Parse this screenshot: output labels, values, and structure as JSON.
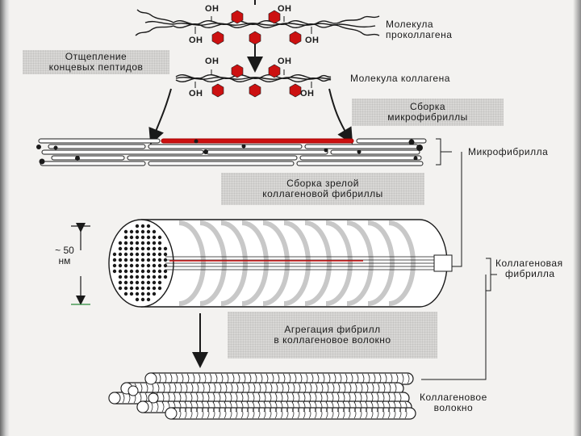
{
  "oh_label": "ОН",
  "labels": {
    "procollagen": [
      "Молекула",
      "проколлагена"
    ],
    "cleavage": [
      "Отщепление",
      "концевых пептидов"
    ],
    "collagen_molecule": "Молекула коллагена",
    "microfibril_assembly": [
      "Сборка",
      "микрофибриллы"
    ],
    "microfibril": "Микрофибрилла",
    "mature_fibril_assembly": [
      "Сборка зрелой",
      "коллагеновой фибриллы"
    ],
    "collagen_fibril": [
      "Коллагеновая",
      "фибрилла"
    ],
    "aggregation": [
      "Агрегация фибрилл",
      "в коллагеновое волокно"
    ],
    "collagen_fiber": [
      "Коллагеновое",
      "волокно"
    ],
    "scale": [
      "~ 50",
      "нм"
    ]
  },
  "colors": {
    "hexagon": "#cc1111",
    "ink": "#1a1a1a",
    "box": "#d8d7d5"
  }
}
